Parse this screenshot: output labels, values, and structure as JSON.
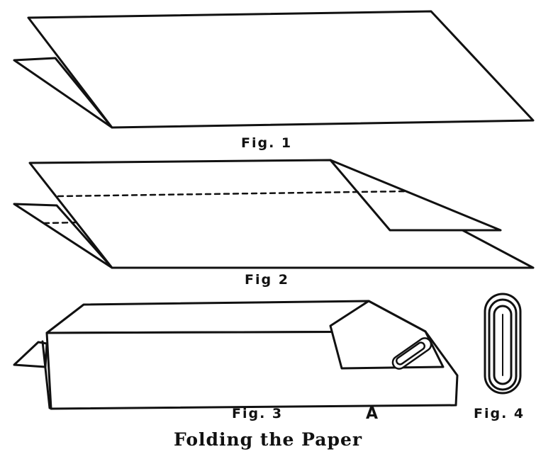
{
  "figures": {
    "fig1": {
      "label": "Fig. 1"
    },
    "fig2": {
      "label": "Fig 2"
    },
    "fig3": {
      "label": "Fig. 3"
    },
    "fig4": {
      "label": "Fig. 4"
    }
  },
  "marker_a": "A",
  "caption": "Folding the Paper",
  "colors": {
    "ink": "#111111",
    "paper": "#ffffff"
  }
}
